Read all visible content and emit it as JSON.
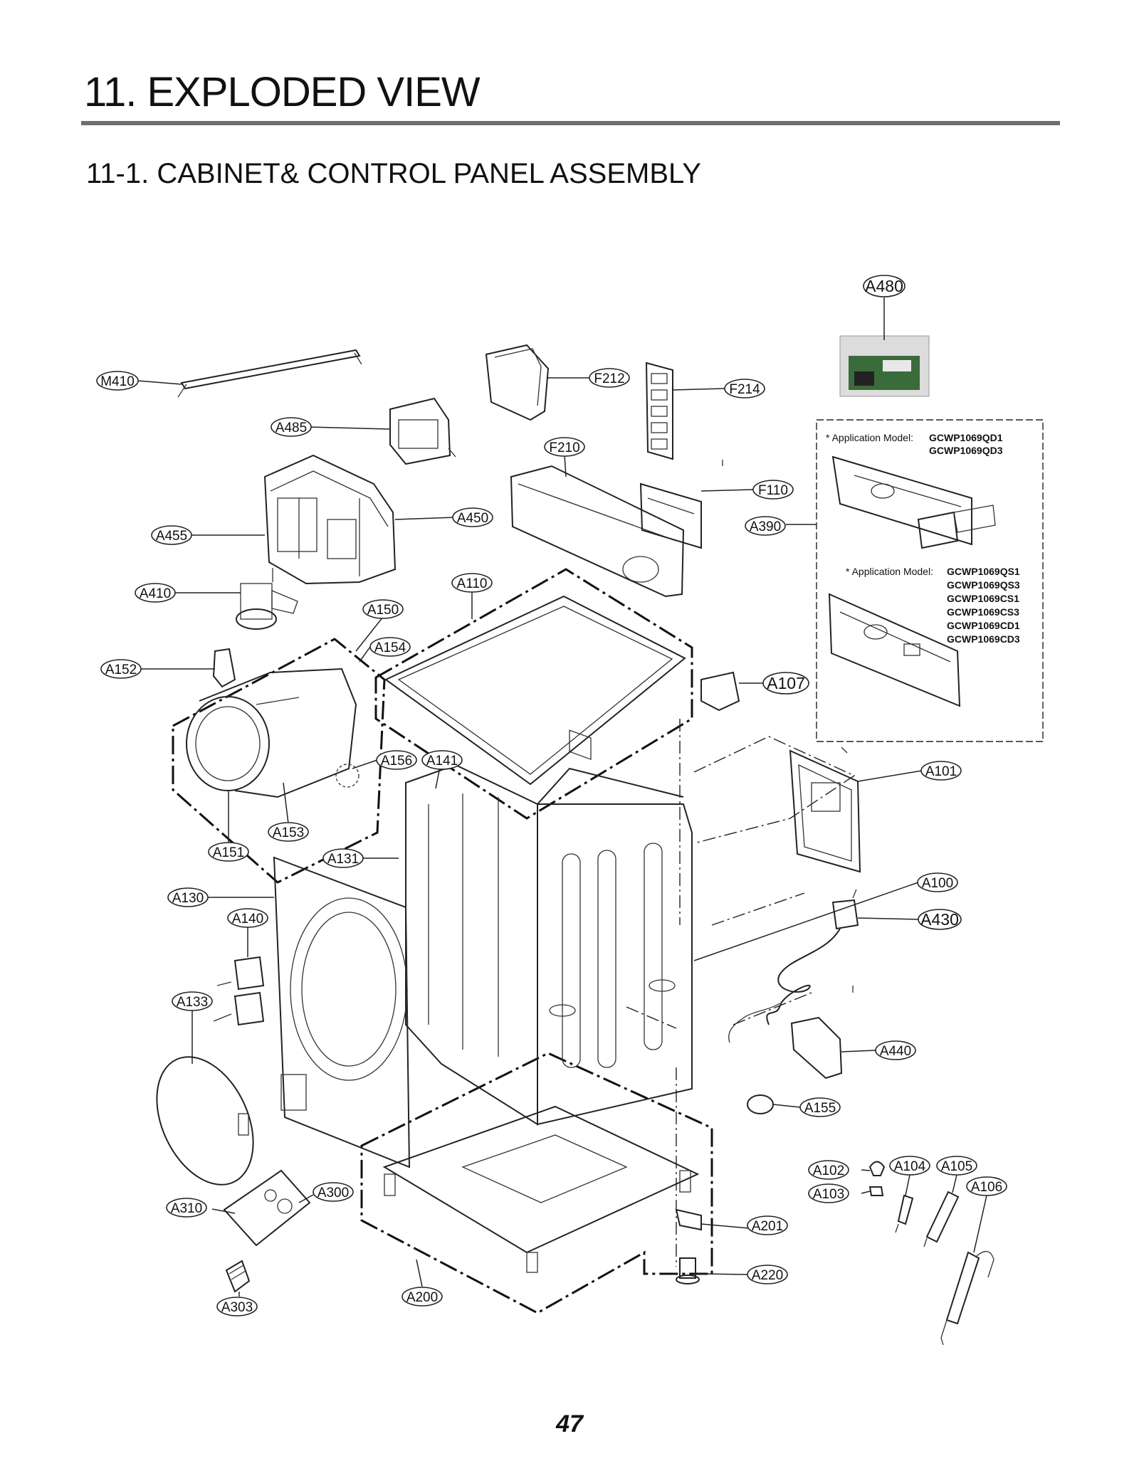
{
  "header": {
    "title": "11. EXPLODED VIEW",
    "section": "11-1. CABINET& CONTROL PANEL ASSEMBLY"
  },
  "page_number": "47",
  "notes": {
    "note1": {
      "label": "* Application Model:",
      "models": [
        "GCWP1069QD1",
        "GCWP1069QD3"
      ]
    },
    "note2": {
      "label": "* Application Model:",
      "models": [
        "GCWP1069QS1",
        "GCWP1069QS3",
        "GCWP1069CS1",
        "GCWP1069CS3",
        "GCWP1069CD1",
        "GCWP1069CD3"
      ]
    }
  },
  "callouts": [
    "A480",
    "M410",
    "F212",
    "F214",
    "A485",
    "F210",
    "F110",
    "A450",
    "A390",
    "A455",
    "A410",
    "A110",
    "A150",
    "A154",
    "A152",
    "A107",
    "A156",
    "A141",
    "A101",
    "A151",
    "A153",
    "A131",
    "A100",
    "A130",
    "A140",
    "A430",
    "A133",
    "A440",
    "A155",
    "A102",
    "A104",
    "A105",
    "A106",
    "A103",
    "A300",
    "A310",
    "A201",
    "A220",
    "A303",
    "A200"
  ]
}
